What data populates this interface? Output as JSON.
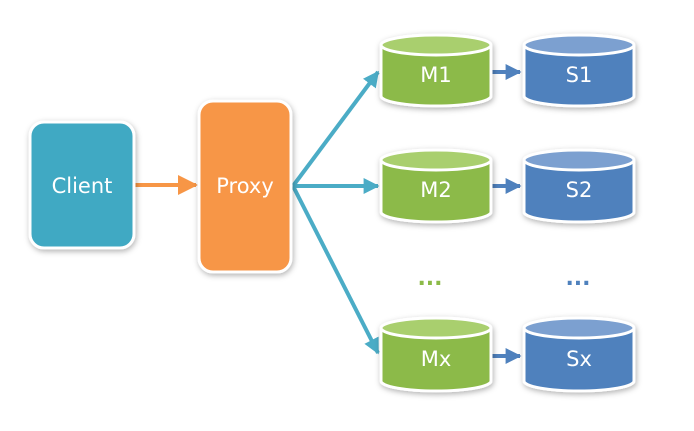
{
  "colors": {
    "client": "#41A9C3",
    "proxy": "#F79646",
    "master": "#8CBA48",
    "slave": "#4F81BD",
    "edge_client_proxy": "#F79646",
    "edge_proxy_master": "#4BACC6",
    "edge_master_slave": "#4F81BD"
  },
  "nodes": {
    "client": "Client",
    "proxy": "Proxy",
    "masters": [
      "M1",
      "M2",
      "Mx"
    ],
    "slaves": [
      "S1",
      "S2",
      "Sx"
    ]
  },
  "ellipsis": {
    "masters": "...",
    "slaves": "..."
  }
}
